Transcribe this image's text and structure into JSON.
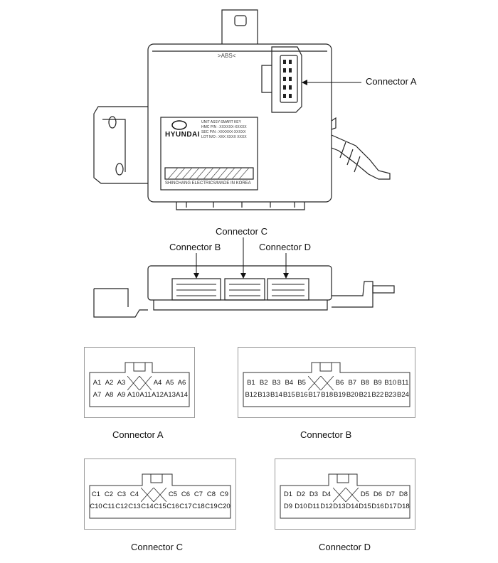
{
  "top_unit": {
    "abs_mark": ">ABS<",
    "brand": "HYUNDAI",
    "label_lines": [
      "UNIT ASSY-SMART KEY",
      "HMC P/N : XXXXXX-XXXXX",
      "SEC P/N : XXXXXX-XXXXX",
      "LOT N/O : XXX XXXX XXXX"
    ],
    "footer": "SHINCHANG ELECTRICS/MADE IN KOREA",
    "callout": "Connector A"
  },
  "side_view": {
    "callout_b": "Connector B",
    "callout_c": "Connector C",
    "callout_d": "Connector D"
  },
  "connectors": {
    "a": {
      "caption": "Connector A",
      "row1": [
        "A1",
        "A2",
        "A3",
        "",
        "",
        "A4",
        "A5",
        "A6"
      ],
      "row2": [
        "A7",
        "A8",
        "A9",
        "A10",
        "A11",
        "A12",
        "A13",
        "A14"
      ]
    },
    "b": {
      "caption": "Connector B",
      "row1": [
        "B1",
        "B2",
        "B3",
        "B4",
        "B5",
        "",
        "",
        "B6",
        "B7",
        "B8",
        "B9",
        "B10",
        "B11"
      ],
      "row2": [
        "B12",
        "B13",
        "B14",
        "B15",
        "B16",
        "B17",
        "B18",
        "B19",
        "B20",
        "B21",
        "B22",
        "B23",
        "B24"
      ]
    },
    "c": {
      "caption": "Connector C",
      "row1": [
        "C1",
        "C2",
        "C3",
        "C4",
        "",
        "",
        "C5",
        "C6",
        "C7",
        "C8",
        "C9"
      ],
      "row2": [
        "C10",
        "C11",
        "C12",
        "C13",
        "C14",
        "C15",
        "C16",
        "C17",
        "C18",
        "C19",
        "C20"
      ]
    },
    "d": {
      "caption": "Connector D",
      "row1": [
        "D1",
        "D2",
        "D3",
        "D4",
        "",
        "",
        "D5",
        "D6",
        "D7",
        "D8"
      ],
      "row2": [
        "D9",
        "D10",
        "D11",
        "D12",
        "D13",
        "D14",
        "D15",
        "D16",
        "D17",
        "D18"
      ]
    }
  }
}
